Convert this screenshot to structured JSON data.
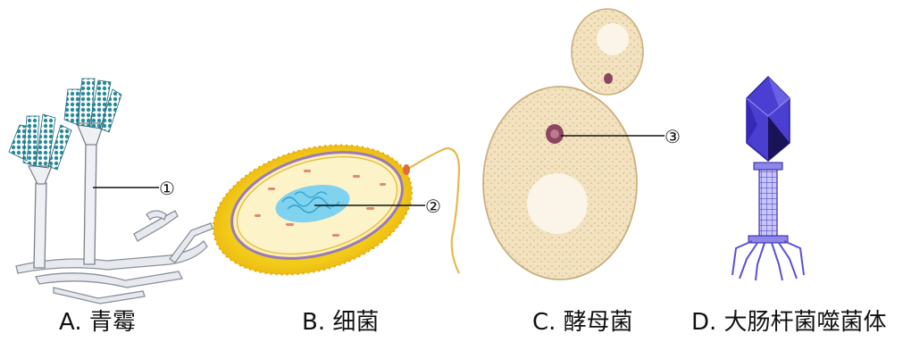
{
  "organisms": [
    {
      "id": "A",
      "caption": "A. 青霉"
    },
    {
      "id": "B",
      "caption": "B. 细菌"
    },
    {
      "id": "C",
      "caption": "C.  酵母菌"
    },
    {
      "id": "D",
      "caption": "D. 大肠杆菌噬菌体"
    }
  ],
  "markers": [
    {
      "label": "①"
    },
    {
      "label": "②"
    },
    {
      "label": "③"
    }
  ],
  "colors": {
    "penicillium_spores": "#2a8a99",
    "hypha": "#dfe3ea",
    "bacteria_outer": "#f2cc1a",
    "bacteria_inner": "#fbefb2",
    "nucleoid": "#57c4ea",
    "yeast_cell": "#f3e2bf",
    "yeast_nucleus": "#8b4660",
    "phage": "#4a3fd0"
  }
}
